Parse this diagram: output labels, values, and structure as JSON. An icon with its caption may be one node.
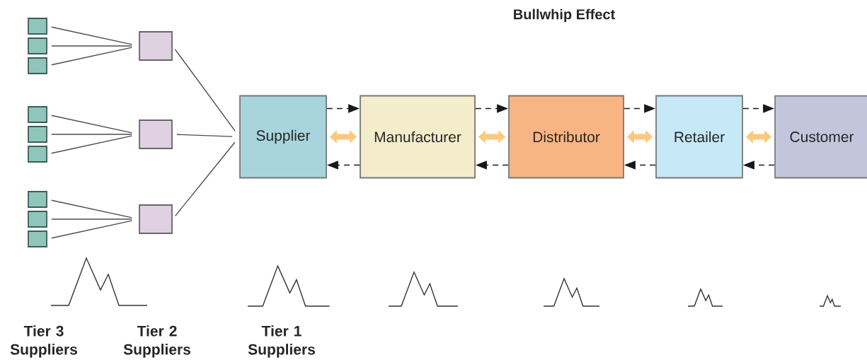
{
  "diagram": {
    "title": "Bullwhip Effect",
    "nodes": [
      {
        "text": [],
        "shape": "box"
      },
      {
        "text": [],
        "shape": "box"
      },
      {
        "text": [],
        "shape": "box"
      },
      {
        "text": [],
        "shape": "box"
      },
      {
        "text": [],
        "shape": "box"
      },
      {
        "text": [],
        "shape": "box"
      },
      {
        "text": [],
        "shape": "box"
      },
      {
        "text": [],
        "shape": "box"
      },
      {
        "text": [],
        "shape": "box"
      },
      {
        "text": [],
        "shape": "box"
      },
      {
        "text": [],
        "shape": "box"
      },
      {
        "text": [],
        "shape": "box"
      },
      {
        "text": [
          "Supplier"
        ]
      },
      {
        "text": [
          "Manufacturer"
        ]
      },
      {
        "text": [
          "Distributor"
        ]
      },
      {
        "text": [
          "Retailer"
        ]
      },
      {
        "text": [
          "Customer"
        ]
      }
    ],
    "edges": [
      {
        "from": 0,
        "to": 9,
        "arrow": "none"
      },
      {
        "from": 1,
        "to": 9,
        "arrow": "none"
      },
      {
        "from": 2,
        "to": 9,
        "arrow": "none"
      },
      {
        "from": 3,
        "to": 10,
        "arrow": "none"
      },
      {
        "from": 4,
        "to": 10,
        "arrow": "none"
      },
      {
        "from": 5,
        "to": 10,
        "arrow": "none"
      },
      {
        "from": 6,
        "to": 11,
        "arrow": "none"
      },
      {
        "from": 7,
        "to": 11,
        "arrow": "none"
      },
      {
        "from": 8,
        "to": 11,
        "arrow": "none"
      },
      {
        "from": 9,
        "to": 12,
        "arrow": "none"
      },
      {
        "from": 10,
        "to": 12,
        "arrow": "none"
      },
      {
        "from": 11,
        "to": 12,
        "arrow": "none"
      },
      {
        "from": 12,
        "to": 13,
        "arrow": "to",
        "style": "dashed"
      },
      {
        "from": 12,
        "to": 13,
        "arrow": "both",
        "style": "thick",
        "color": "#f9c97e"
      },
      {
        "from": 13,
        "to": 12,
        "arrow": "to",
        "style": "dashed"
      },
      {
        "from": 13,
        "to": 14,
        "arrow": "to",
        "style": "dashed"
      },
      {
        "from": 13,
        "to": 14,
        "arrow": "both",
        "style": "thick",
        "color": "#f9c97e"
      },
      {
        "from": 14,
        "to": 13,
        "arrow": "to",
        "style": "dashed"
      },
      {
        "from": 14,
        "to": 15,
        "arrow": "to",
        "style": "dashed"
      },
      {
        "from": 14,
        "to": 15,
        "arrow": "both",
        "style": "thick",
        "color": "#f9c97e"
      },
      {
        "from": 15,
        "to": 14,
        "arrow": "to",
        "style": "dashed"
      },
      {
        "from": 15,
        "to": 16,
        "arrow": "to",
        "style": "dashed"
      },
      {
        "from": 15,
        "to": 16,
        "arrow": "both",
        "style": "thick",
        "color": "#f9c97e"
      },
      {
        "from": 16,
        "to": 15,
        "arrow": "to",
        "style": "dashed"
      }
    ],
    "labels": [
      "Tier 3 Suppliers",
      "Tier 2 Suppliers",
      "Tier 1 Suppliers"
    ]
  }
}
